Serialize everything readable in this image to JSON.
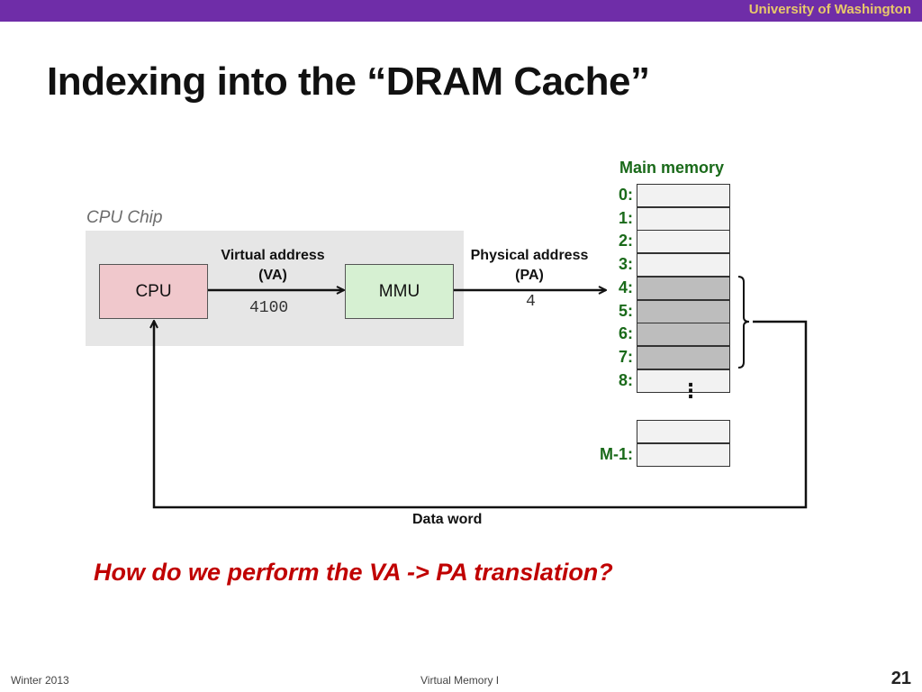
{
  "header": {
    "institution": "University of Washington"
  },
  "slide": {
    "title": "Indexing into the “DRAM Cache”"
  },
  "diagram": {
    "cpu_chip_label": "CPU Chip",
    "cpu_label": "CPU",
    "mmu_label": "MMU",
    "va_label_line1": "Virtual address",
    "va_label_line2": "(VA)",
    "va_value": "4100",
    "pa_label_line1": "Physical address",
    "pa_label_line2": "(PA)",
    "pa_value": "4",
    "main_memory_label": "Main memory",
    "memory_rows": [
      {
        "index": "0:",
        "highlighted": false
      },
      {
        "index": "1:",
        "highlighted": false
      },
      {
        "index": "2:",
        "highlighted": false
      },
      {
        "index": "3:",
        "highlighted": false
      },
      {
        "index": "4:",
        "highlighted": true
      },
      {
        "index": "5:",
        "highlighted": true
      },
      {
        "index": "6:",
        "highlighted": true
      },
      {
        "index": "7:",
        "highlighted": true
      },
      {
        "index": "8:",
        "highlighted": false
      }
    ],
    "memory_tail_rows": [
      {
        "index": "",
        "highlighted": false
      },
      {
        "index": "M-1:",
        "highlighted": false
      }
    ],
    "ellipsis": "⋮",
    "data_word_label": "Data word",
    "colors": {
      "cpu_fill": "#f0c8cc",
      "mmu_fill": "#d6f0d2",
      "highlight": "#bdbdbd",
      "index_text": "#1a6a1a"
    }
  },
  "question": "How do we perform the VA -> PA translation?",
  "footer": {
    "left": "Winter 2013",
    "center": "Virtual Memory I",
    "page_number": "21"
  }
}
